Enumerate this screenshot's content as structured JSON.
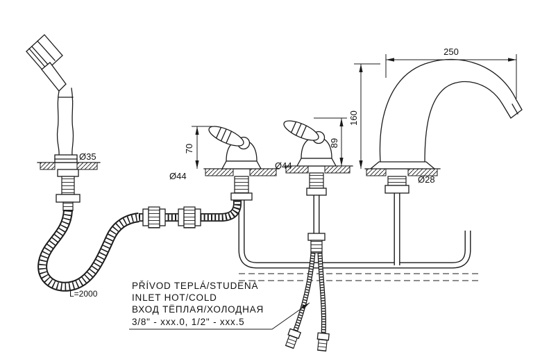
{
  "drawing": {
    "dimensions": {
      "shower_base_diameter": "Ø35",
      "hose_length": "L=2000",
      "left_handle_base_diameter": "Ø44",
      "left_handle_height": "70",
      "right_handle_base_diameter": "Ø44",
      "right_handle_height": "89",
      "spout_reach": "250",
      "spout_height": "160",
      "spout_base_diameter": "Ø28"
    },
    "inlet_note": {
      "line_cs": "PŘÍVOD TEPLÁ/STUDENÁ",
      "line_en": "INLET HOT/COLD",
      "line_ru": "ВХОД ТЁПЛАЯ/ХОЛОДНАЯ",
      "line_spec": "3/8\" - xxx.0, 1/2\" - xxx.5"
    }
  }
}
